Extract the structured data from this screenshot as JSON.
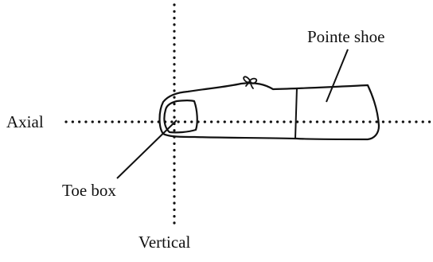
{
  "diagram": {
    "labels": {
      "pointe_shoe": "Pointe shoe",
      "axial": "Axial",
      "toe_box": "Toe box",
      "vertical": "Vertical"
    },
    "colors": {
      "line": "#111111",
      "background": "#ffffff"
    }
  }
}
